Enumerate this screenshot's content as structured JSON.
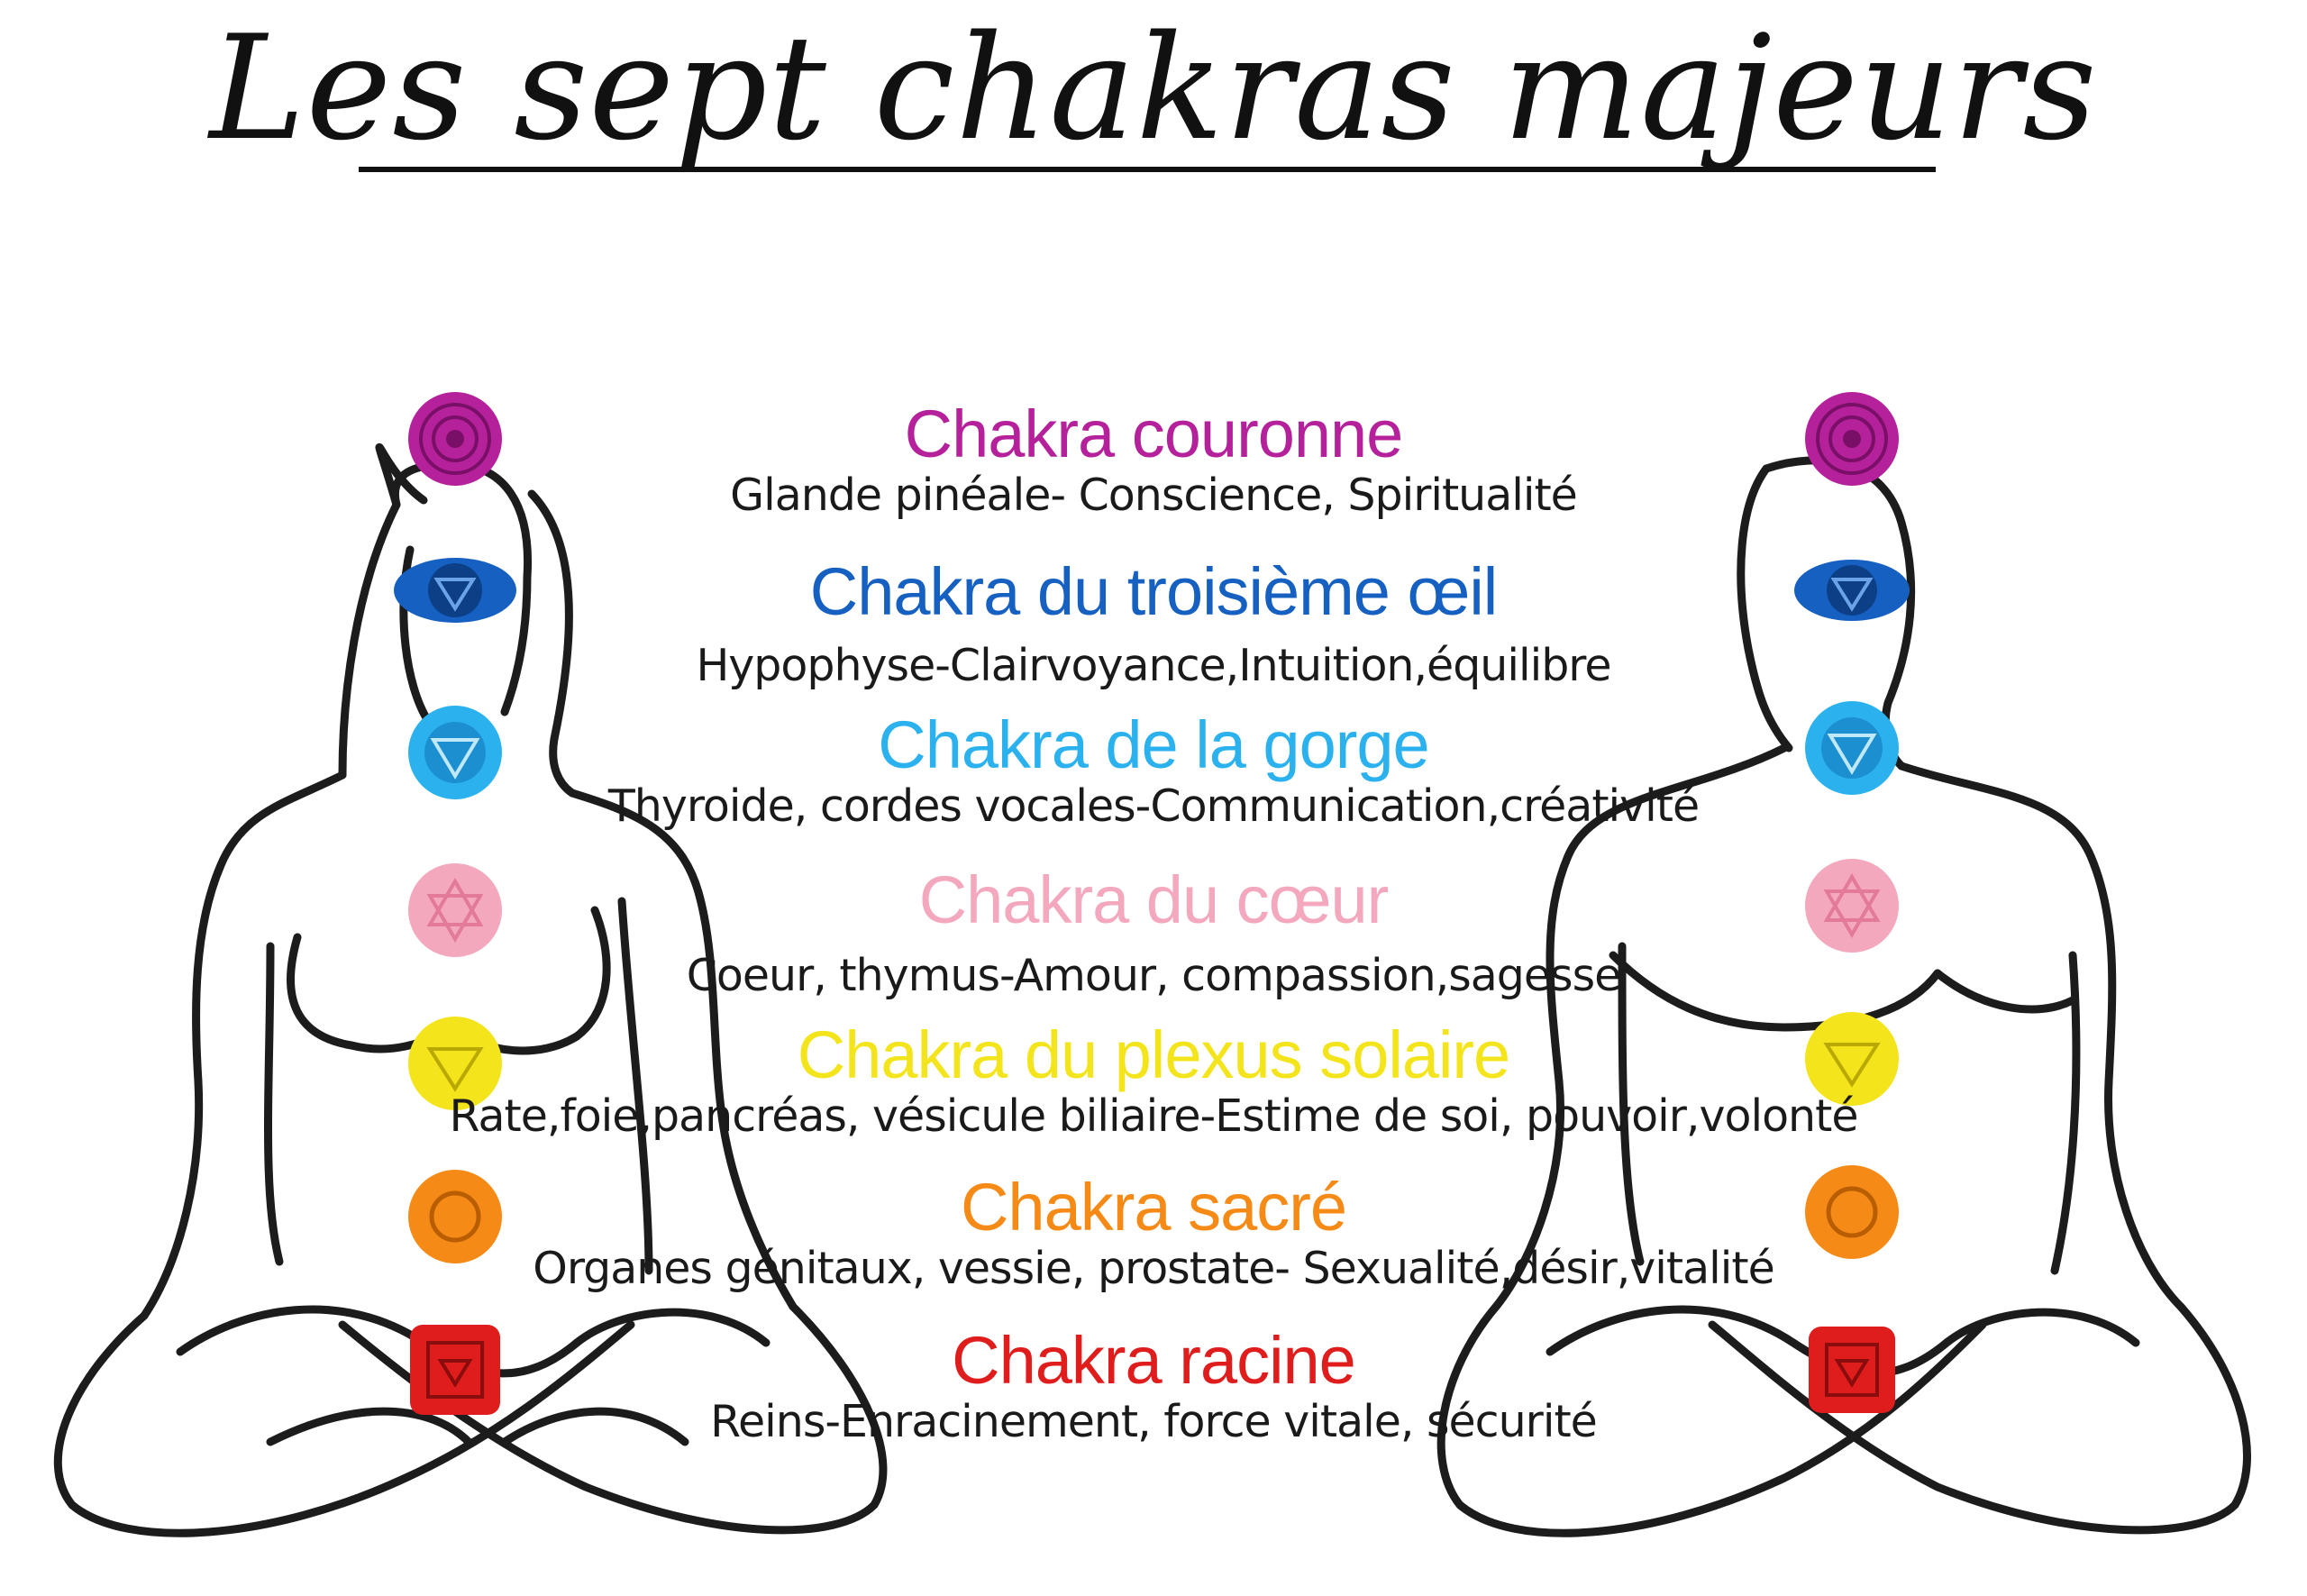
{
  "title": "Les sept chakras majeurs",
  "colors": {
    "line": "#1c1c1c",
    "crown": "#b5219b",
    "third_eye": "#1560c0",
    "throat": "#2bb2ee",
    "heart": "#f4a8bd",
    "solar_plexus": "#f3e41c",
    "sacral": "#f68a16",
    "root": "#e01d1d"
  },
  "chakras": [
    {
      "name": "Chakra couronne",
      "desc": "Glande pinéale- Conscience, Spiritualité",
      "color": "#b5219b",
      "icon": "crown-chakra-icon"
    },
    {
      "name": "Chakra du troisième œil",
      "desc": "Hypophyse-Clairvoyance,Intuition,équilibre",
      "color": "#1560c0",
      "icon": "third-eye-chakra-icon"
    },
    {
      "name": "Chakra de la gorge",
      "desc": "Thyroide, cordes vocales-Communication,créativité",
      "color": "#2bb2ee",
      "icon": "throat-chakra-icon"
    },
    {
      "name": "Chakra du cœur",
      "desc": "Coeur, thymus-Amour, compassion,sagesse",
      "color": "#f4a8bd",
      "icon": "heart-chakra-icon"
    },
    {
      "name": "Chakra du plexus solaire",
      "desc": "Rate,foie,pancréas, vésicule biliaire-Estime de soi, pouvoir,volonté",
      "color": "#f3e41c",
      "icon": "solar-plexus-chakra-icon"
    },
    {
      "name": "Chakra sacré",
      "desc": "Organes génitaux, vessie, prostate- Sexualité,désir,vitalité",
      "color": "#f68a16",
      "icon": "sacral-chakra-icon"
    },
    {
      "name": "Chakra racine",
      "desc": "Reins-Enracinement, force vitale, sécurité",
      "color": "#e01d1d",
      "icon": "root-chakra-icon"
    }
  ]
}
